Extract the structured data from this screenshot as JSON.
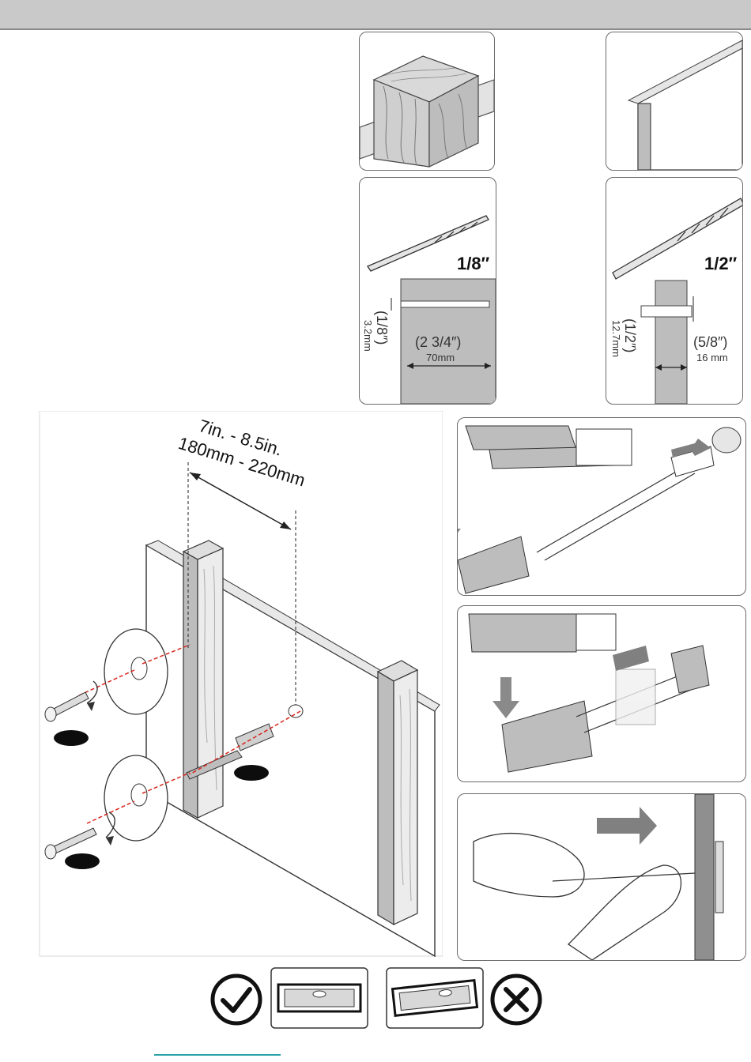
{
  "drill_bits": {
    "small": {
      "size": "1/8″",
      "hole_diameter": "(1/8″)",
      "hole_diameter_mm": "3.2mm",
      "depth": "(2 3/4″)",
      "depth_mm": "70mm"
    },
    "large": {
      "size": "1/2″",
      "hole_diameter": "(1/2″)",
      "hole_diameter_mm": "12.7mm",
      "depth": "(5/8″)",
      "depth_mm": "16 mm"
    }
  },
  "stud_spacing": {
    "imperial": "7in. - 8.5in.",
    "metric": "180mm - 220mm"
  },
  "level_check": {
    "correct_icon": "checkmark-icon",
    "incorrect_icon": "cross-icon"
  },
  "colors": {
    "header": "#c9c9c9",
    "guide_line": "#d9261c",
    "badge": "#0d0d0d",
    "panel_border": "#6a6a6a",
    "link": "#2aa3a8"
  }
}
